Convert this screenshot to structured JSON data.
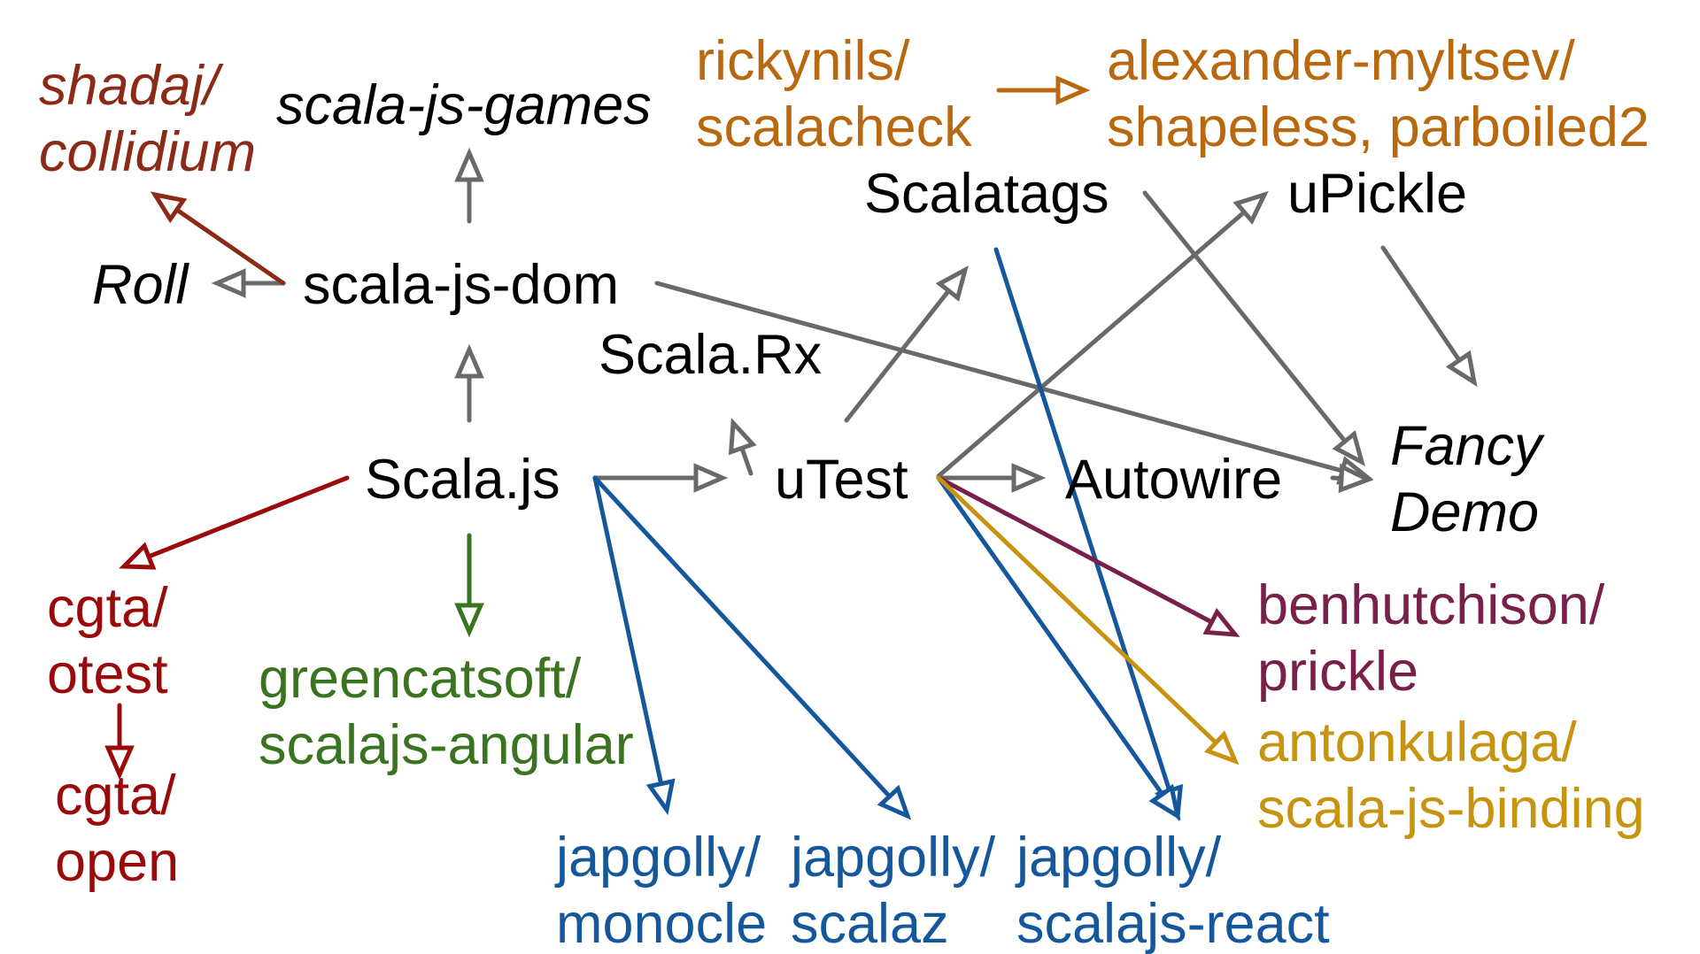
{
  "colors": {
    "gray": "#696969",
    "black": "#000000",
    "dark_red": "#9a0a0a",
    "brown_red": "#8b2a16",
    "orange": "#b8690f",
    "green": "#3a7420",
    "blue": "#15579b",
    "purple": "#78204a",
    "gold": "#c79410"
  },
  "nodes": {
    "shadaj": {
      "line1": "shadaj/",
      "line2": "collidium",
      "color": "brown_red",
      "italic": true
    },
    "scala_js_games": {
      "line1": "scala-js-games",
      "color": "black",
      "italic": true
    },
    "rickynils": {
      "line1": "rickynils/",
      "line2": "scalacheck",
      "color": "orange"
    },
    "alexander": {
      "line1": "alexander-myltsev/",
      "line2": "shapeless, parboiled2",
      "color": "orange"
    },
    "scalatags": {
      "line1": "Scalatags",
      "color": "black"
    },
    "upickle": {
      "line1": "uPickle",
      "color": "black"
    },
    "roll": {
      "line1": "Roll",
      "color": "black",
      "italic": true
    },
    "scala_js_dom": {
      "line1": "scala-js-dom",
      "color": "black"
    },
    "scala_rx": {
      "line1": "Scala.Rx",
      "color": "black"
    },
    "scala_js": {
      "line1": "Scala.js",
      "color": "black"
    },
    "utest": {
      "line1": "uTest",
      "color": "black"
    },
    "autowire": {
      "line1": "Autowire",
      "color": "black"
    },
    "fancy_demo": {
      "line1": "Fancy",
      "line2": "Demo",
      "color": "black",
      "italic": true
    },
    "otest": {
      "line1": "cgta/",
      "line2": "otest",
      "color": "dark_red"
    },
    "open": {
      "line1": "cgta/",
      "line2": "open",
      "color": "dark_red"
    },
    "angular": {
      "line1": "greencatsoft/",
      "line2": "scalajs-angular",
      "color": "green"
    },
    "prickle": {
      "line1": "benhutchison/",
      "line2": "prickle",
      "color": "purple"
    },
    "binding": {
      "line1": "antonkulaga/",
      "line2": "scala-js-binding",
      "color": "gold"
    },
    "monocle": {
      "line1": "japgolly/",
      "line2": "monocle",
      "color": "blue"
    },
    "scalaz": {
      "line1": "japgolly/",
      "line2": "scalaz",
      "color": "blue"
    },
    "react": {
      "line1": "japgolly/",
      "line2": "scalajs-react",
      "color": "blue"
    }
  },
  "edges": [
    {
      "from": "scala_js",
      "to": "scala_js_dom",
      "color": "gray"
    },
    {
      "from": "scala_js_dom",
      "to": "scala_js_games",
      "color": "gray"
    },
    {
      "from": "scala_js_dom",
      "to": "roll",
      "color": "gray"
    },
    {
      "from": "scala_js_dom",
      "to": "shadaj",
      "color": "brown_red"
    },
    {
      "from": "scala_js_dom",
      "to": "fancy_demo",
      "color": "gray"
    },
    {
      "from": "rickynils",
      "to": "alexander",
      "color": "orange"
    },
    {
      "from": "scala_js",
      "to": "utest",
      "color": "gray"
    },
    {
      "from": "utest",
      "to": "scala_rx",
      "color": "gray"
    },
    {
      "from": "scala_rx",
      "to": "scalatags",
      "color": "gray"
    },
    {
      "from": "utest",
      "to": "upickle",
      "color": "gray"
    },
    {
      "from": "utest",
      "to": "autowire",
      "color": "gray"
    },
    {
      "from": "scalatags",
      "to": "fancy_demo",
      "color": "gray"
    },
    {
      "from": "upickle",
      "to": "fancy_demo",
      "color": "gray"
    },
    {
      "from": "autowire",
      "to": "fancy_demo",
      "color": "gray"
    },
    {
      "from": "scala_js",
      "to": "otest",
      "color": "dark_red"
    },
    {
      "from": "otest",
      "to": "open",
      "color": "dark_red"
    },
    {
      "from": "scala_js",
      "to": "angular",
      "color": "green"
    },
    {
      "from": "scala_js",
      "to": "monocle",
      "color": "blue"
    },
    {
      "from": "scala_js",
      "to": "scalaz",
      "color": "blue"
    },
    {
      "from": "scalatags",
      "to": "react",
      "color": "blue"
    },
    {
      "from": "utest",
      "to": "react",
      "color": "blue"
    },
    {
      "from": "utest",
      "to": "prickle",
      "color": "purple"
    },
    {
      "from": "utest",
      "to": "binding",
      "color": "gold"
    }
  ]
}
